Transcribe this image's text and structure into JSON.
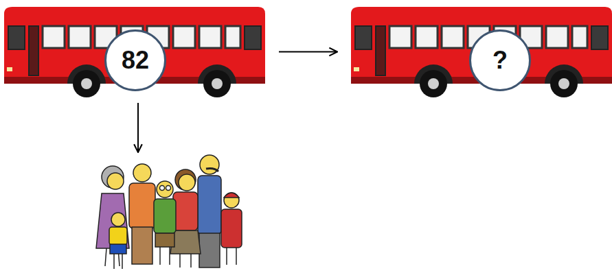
{
  "diagram": {
    "nodes": [
      {
        "text": [
          "82"
        ]
      },
      {
        "text": [
          "?"
        ]
      }
    ],
    "edges": [
      {
        "from": 0,
        "to": 1,
        "arrow": "to"
      }
    ]
  }
}
